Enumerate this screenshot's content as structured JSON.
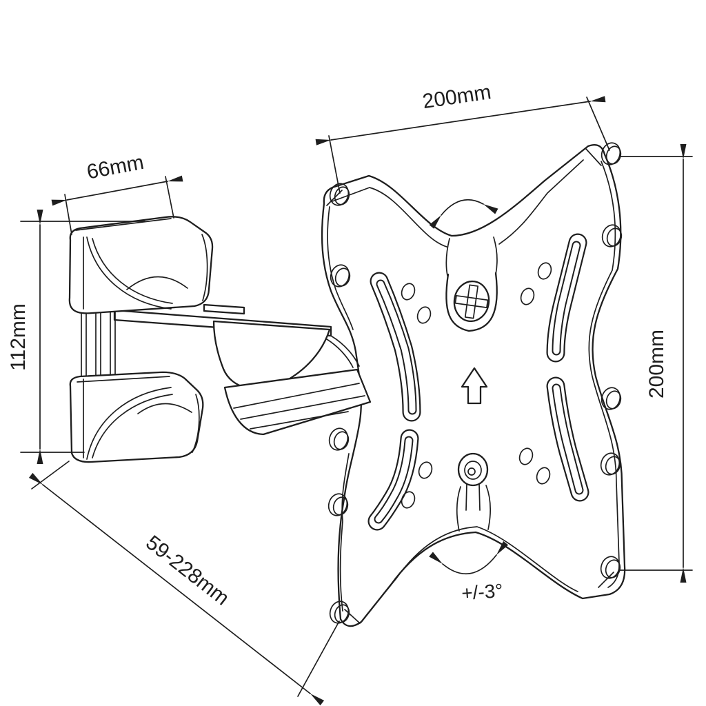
{
  "drawing": {
    "background": "#ffffff",
    "line_color": "#1e1e1e",
    "dim_top_width": "200mm",
    "dim_right_height": "200mm",
    "dim_clamp_width": "66mm",
    "dim_clamp_height": "112mm",
    "dim_arm_extension": "59-228mm",
    "dim_tilt_angle": "+/-3°"
  }
}
